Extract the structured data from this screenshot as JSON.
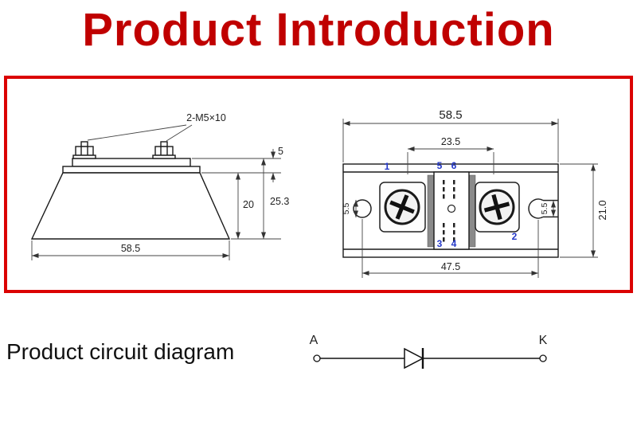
{
  "title": "Product Introduction",
  "colors": {
    "accent_red": "#c00000",
    "panel_border": "#db0202",
    "pin_blue": "#2438c8"
  },
  "side_view": {
    "bolt_spec": "2-M5×10",
    "dim_plate_height": "5",
    "dim_body_height": "20",
    "dim_total_height": "25.3",
    "dim_base_width": "58.5"
  },
  "top_view": {
    "dim_overall_width": "58.5",
    "dim_terminal_spacing": "23.5",
    "dim_hole_left": "5.5",
    "dim_hole_right": "5.5",
    "dim_body_height": "21.0",
    "dim_hole_spacing": "47.5",
    "pin1": "1",
    "pin2": "2",
    "pin3": "3",
    "pin4": "4",
    "pin5": "5",
    "pin6": "6"
  },
  "circuit": {
    "caption": "Product circuit diagram",
    "anode": "A",
    "cathode": "K"
  }
}
